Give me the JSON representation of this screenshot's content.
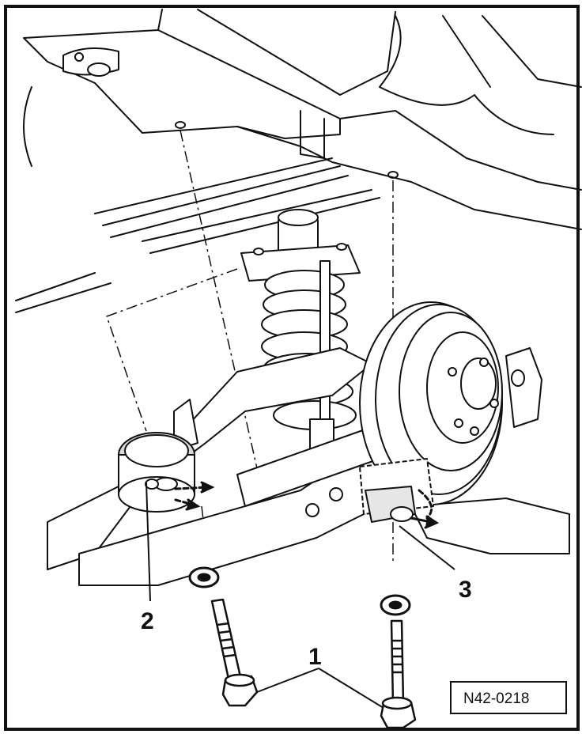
{
  "figure": {
    "callouts": [
      {
        "id": "1",
        "label": "1"
      },
      {
        "id": "2",
        "label": "2"
      },
      {
        "id": "3",
        "label": "3"
      }
    ],
    "reference": "N42-0218"
  },
  "colors": {
    "line": "#111111",
    "fill": "#ffffff",
    "shade": "#d8d8d8"
  }
}
